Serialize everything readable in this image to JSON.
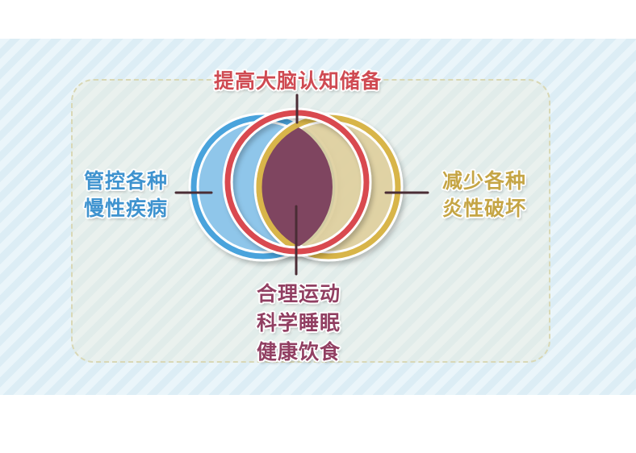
{
  "colors": {
    "background_stripe_light": "#eaf5fa",
    "background_stripe_dark": "#dcedf5",
    "frame_border": "#d9d8b6",
    "blue": "#4aa3dc",
    "blue_fill": "#8fc6ea",
    "red": "#d94a4f",
    "gold": "#d8b54a",
    "gold_fill": "#e1d2a0",
    "center_fill": "#7f4560",
    "connector": "#4a2d35"
  },
  "labels": {
    "top": "提高大脑认知储备",
    "left": [
      "管控各种",
      "慢性疾病"
    ],
    "right": [
      "减少各种",
      "炎性破坏"
    ],
    "bottom": [
      "合理运动",
      "科学睡眠",
      "健康饮食"
    ]
  }
}
